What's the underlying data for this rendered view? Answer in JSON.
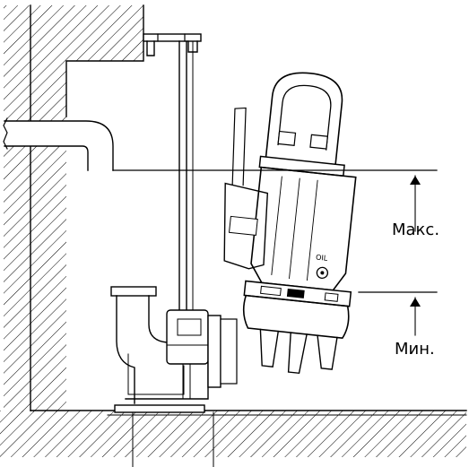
{
  "labels": {
    "max_level": "Макс.",
    "min_level": "Мин.",
    "oil_marking": "OIL"
  },
  "icons": {
    "max_arrow": "up-arrow-icon",
    "min_arrow": "up-arrow-icon"
  },
  "colors": {
    "line": "#000000",
    "background": "#ffffff"
  }
}
